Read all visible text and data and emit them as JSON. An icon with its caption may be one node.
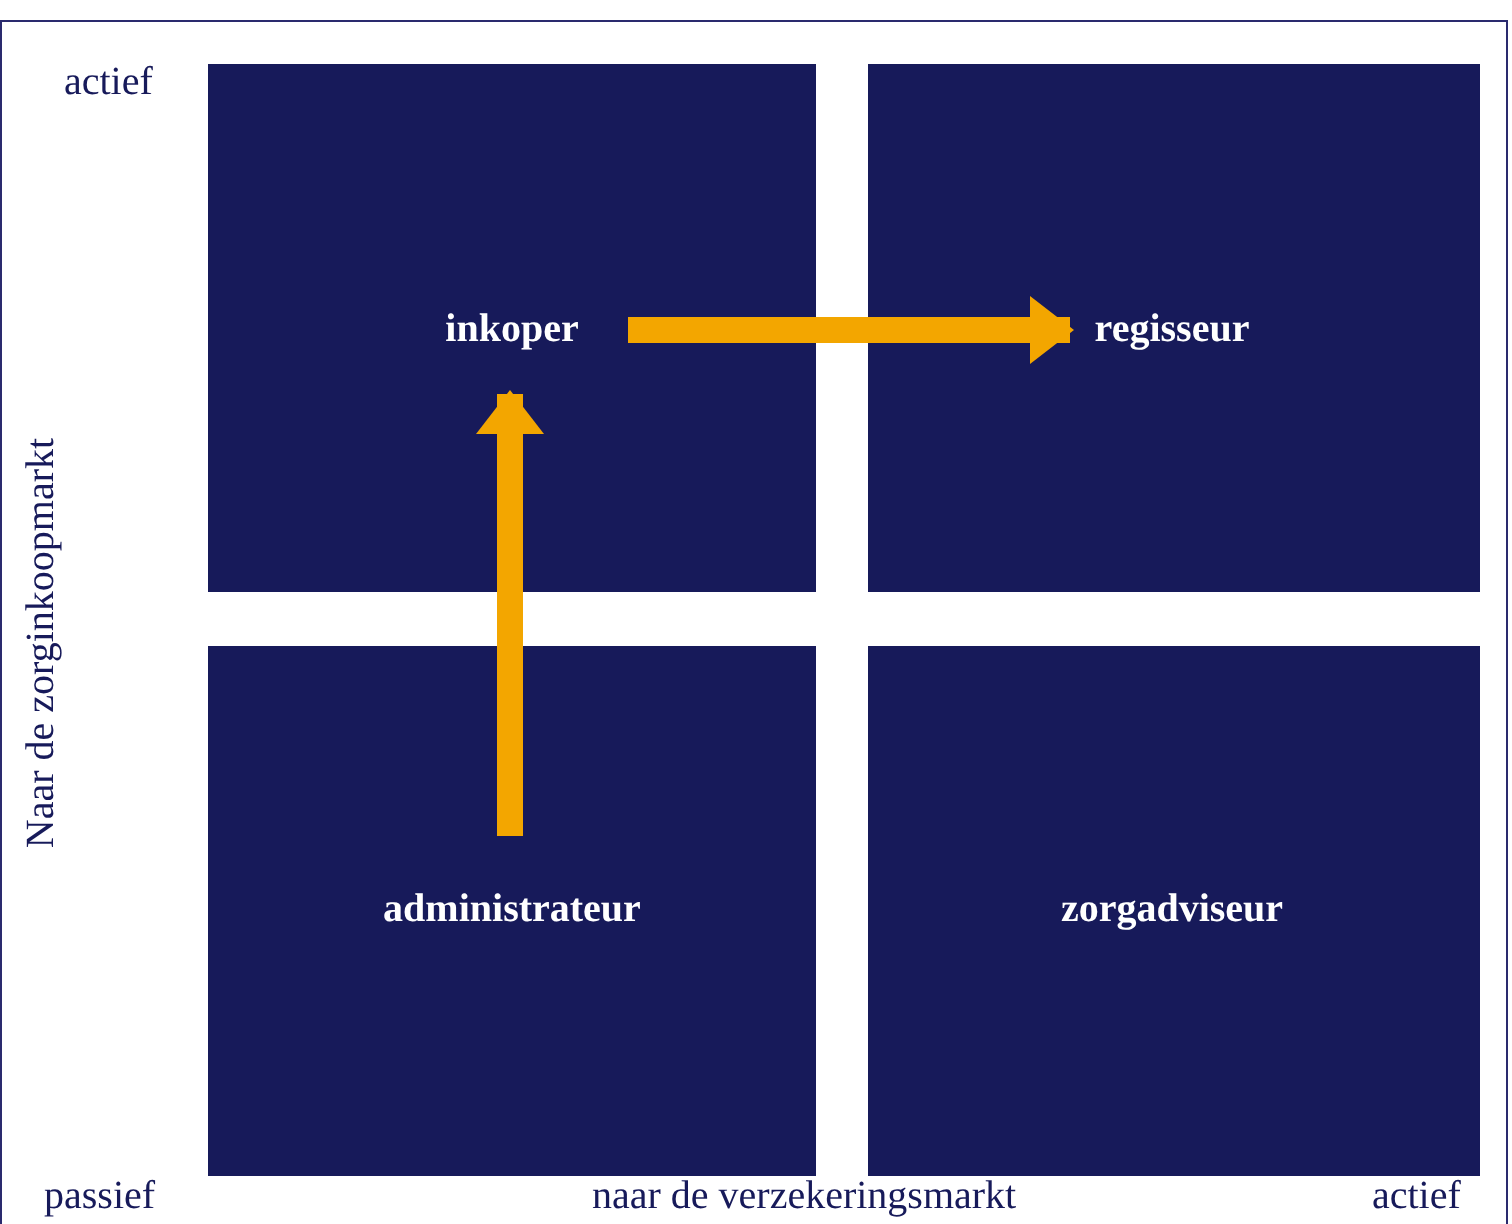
{
  "diagram": {
    "nodes": [
      {
        "text": [
          "inkoper"
        ]
      },
      {
        "text": [
          "regisseur"
        ]
      },
      {
        "text": [
          "administrateur"
        ]
      },
      {
        "text": [
          "zorgadviseur"
        ]
      }
    ],
    "edges": [
      {
        "from": 2,
        "to": 0,
        "arrow": "to"
      },
      {
        "from": 0,
        "to": 1,
        "arrow": "to"
      }
    ],
    "labels": [
      "actief",
      "Naar de zorginkoopmarkt",
      "passief",
      "naar de verzekeringsmarkt",
      "actief"
    ]
  }
}
